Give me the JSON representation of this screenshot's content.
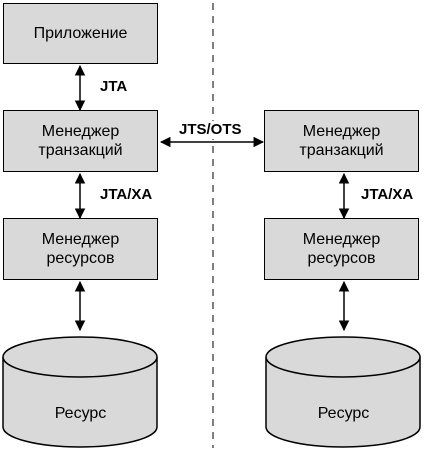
{
  "left": {
    "app_box": "Приложение",
    "tm_box_line1": "Менеджер",
    "tm_box_line2": "транзакций",
    "rm_box_line1": "Менеджер",
    "rm_box_line2": "ресурсов",
    "resource": "Ресурс",
    "label_jta": "JTA",
    "label_jta_xa": "JTA/XA"
  },
  "right": {
    "tm_box_line1": "Менеджер",
    "tm_box_line2": "транзакций",
    "rm_box_line1": "Менеджер",
    "rm_box_line2": "ресурсов",
    "resource": "Ресурс",
    "label_jta_xa": "JTA/XA"
  },
  "center_label": "JTS/OTS",
  "colors": {
    "box_fill": "#d9d9d9",
    "stroke": "#000000"
  }
}
